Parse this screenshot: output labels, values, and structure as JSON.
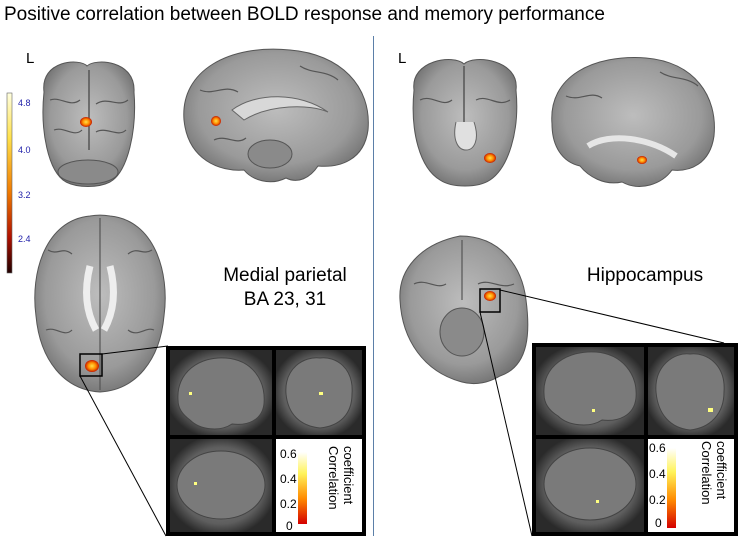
{
  "title": "Positive correlation between BOLD response and memory performance",
  "left_panel": {
    "orientation_label": "L",
    "region_label_line1": "Medial parietal",
    "region_label_line2": "BA 23, 31"
  },
  "right_panel": {
    "orientation_label": "L",
    "region_label": "Hippocampus"
  },
  "stat_colorbar": {
    "ticks": [
      "4.8",
      "4.0",
      "3.2",
      "2.4"
    ],
    "tick_color": "#2222aa"
  },
  "correlation_colorbar": {
    "ticks": [
      "0.6",
      "0.4",
      "0.2",
      "0"
    ],
    "label_line1": "Correlation",
    "label_line2": "coefficient"
  },
  "colors": {
    "activation_core": "#ffe14a",
    "activation_edge": "#e23b00",
    "brain_gray": "#9a9a9a",
    "divider": "#5b7fa8"
  }
}
